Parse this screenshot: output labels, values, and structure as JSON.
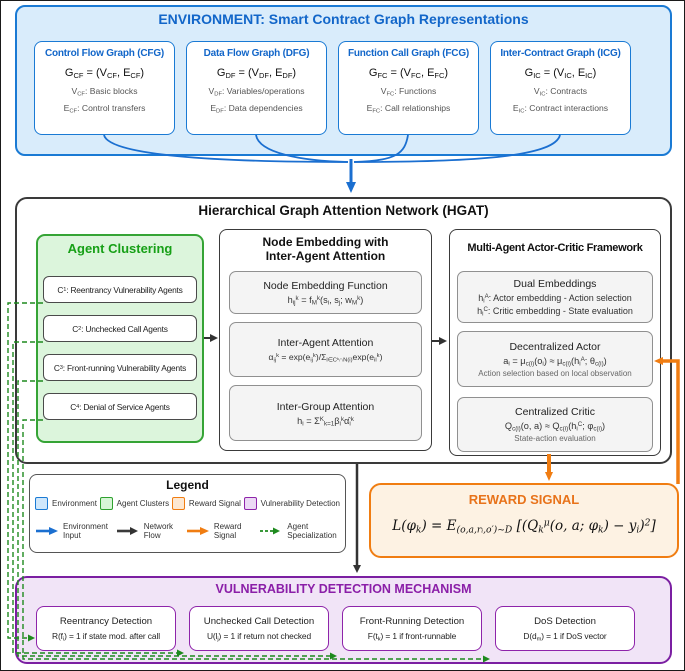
{
  "environment": {
    "title": "ENVIRONMENT: Smart Contract Graph Representations",
    "graphs": [
      {
        "title": "Control Flow Graph (CFG)",
        "formula": "G_{CF} = (V_{CF}, E_{CF})",
        "nodes": "V_{CF}: Basic blocks",
        "edges": "E_{CF}: Control transfers"
      },
      {
        "title": "Data Flow Graph (DFG)",
        "formula": "G_{DF} = (V_{DF}, E_{DF})",
        "nodes": "V_{DF}: Variables/operations",
        "edges": "E_{DF}: Data dependencies"
      },
      {
        "title": "Function Call Graph (FCG)",
        "formula": "G_{FC} = (V_{FC}, E_{FC})",
        "nodes": "V_{FC}: Functions",
        "edges": "E_{FC}: Call relationships"
      },
      {
        "title": "Inter-Contract Graph (ICG)",
        "formula": "G_{IC} = (V_{IC}, E_{IC})",
        "nodes": "V_{IC}: Contracts",
        "edges": "E_{IC}: Contract interactions"
      }
    ]
  },
  "hgat": {
    "title": "Hierarchical Graph Attention Network (HGAT)",
    "agent_clustering": {
      "title": "Agent Clustering",
      "agents": [
        "C^{1}: Reentrancy Vulnerability Agents",
        "C^{2}: Unchecked Call Agents",
        "C^{3}: Front-running Vulnerability Agents",
        "C^{4}: Denial of Service Agents"
      ]
    },
    "node_embedding": {
      "title_line1": "Node Embedding with",
      "title_line2": "Inter-Agent Attention",
      "blocks": [
        {
          "title": "Node Embedding Function",
          "formula": "h_{ij}^{k} = f_{M}^{k}(s_{i}, s_{j}; w_{M}^{k})"
        },
        {
          "title": "Inter-Agent Attention",
          "formula": "α_{ij}^{k} = exp(e_{ij}^{k})/Σ_{l∈Cᵏ∩N(i)}exp(e_{il}^{k})"
        },
        {
          "title": "Inter-Group Attention",
          "formula": "h_{i} = Σ^{K}_{k=1}β_{i}^{k}α̂_{i}^{k}"
        }
      ]
    },
    "actor_critic": {
      "title": "Multi-Agent Actor-Critic Framework",
      "dual": {
        "title": "Dual Embeddings",
        "line1": "h_{i}^{A}: Actor embedding - Action selection",
        "line2": "h_{i}^{C}: Critic embedding - State evaluation"
      },
      "actor": {
        "title": "Decentralized Actor",
        "formula": "a_{i} = μ_{c(i)}(o_{i}) ≈ μ_{c(i)}(h_{i}^{A}; θ_{c(i)})",
        "note": "Action selection based on local observation"
      },
      "critic": {
        "title": "Centralized Critic",
        "formula": "Q_{c(i)}(o, a) ≈ Q_{c(i)}(h_{i}^{C}; φ_{c(i)})",
        "note": "State-action evaluation"
      }
    }
  },
  "legend": {
    "title": "Legend",
    "swatches": [
      {
        "label": "Environment",
        "fill": "#cfe7fb",
        "border": "#1a7ad4"
      },
      {
        "label": "Agent Clusters",
        "fill": "#d6f5d6",
        "border": "#2ea12e"
      },
      {
        "label": "Reward Signal",
        "fill": "#fde8d2",
        "border": "#f07d12"
      },
      {
        "label": "Vulnerability Detection",
        "fill": "#ecd9f5",
        "border": "#8e24aa"
      }
    ],
    "arrows": [
      {
        "label": "Environment Input",
        "color": "#1b6fd0",
        "style": "solid"
      },
      {
        "label": "Network Flow",
        "color": "#3a3a3a",
        "style": "solid"
      },
      {
        "label": "Reward Signal",
        "color": "#f07d12",
        "style": "solid"
      },
      {
        "label": "Agent Specialization",
        "color": "#1e8a1e",
        "style": "dashed"
      }
    ]
  },
  "reward": {
    "title": "REWARD SIGNAL",
    "formula": "L(φ_{k}) = E_{(o,a,rᵢ,o′)~D} [(Q_{k}^{μ}(o, a; φ_{k}) − y_{i})^{2}]"
  },
  "vulnerability": {
    "title": "VULNERABILITY DETECTION MECHANISM",
    "detectors": [
      {
        "title": "Reentrancy Detection",
        "formula": "R(f_{i}) = 1 if state mod. after call"
      },
      {
        "title": "Unchecked Call Detection",
        "formula": "U(l_{j}) = 1 if return not checked"
      },
      {
        "title": "Front-Running Detection",
        "formula": "F(t_{k}) = 1 if front-runnable"
      },
      {
        "title": "DoS Detection",
        "formula": "D(d_{m}) = 1 if DoS vector"
      }
    ]
  }
}
